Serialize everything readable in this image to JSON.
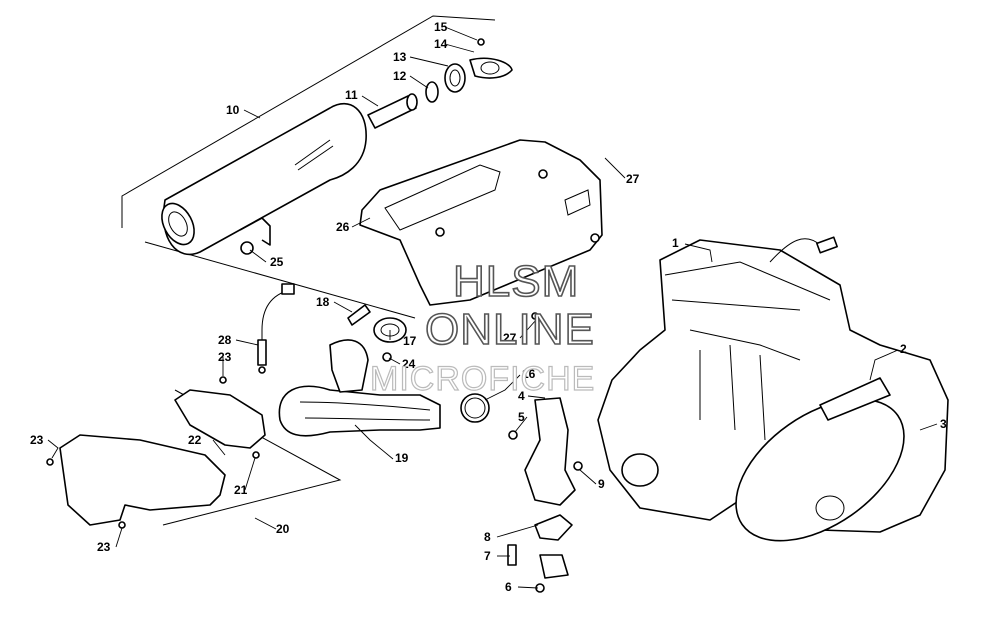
{
  "watermark": {
    "line1": "HLSM",
    "line2": "ONLINE",
    "line3": "MICROFICHE"
  },
  "callouts": [
    {
      "id": "c1",
      "label": "1"
    },
    {
      "id": "c2",
      "label": "2"
    },
    {
      "id": "c3",
      "label": "3"
    },
    {
      "id": "c4",
      "label": "4"
    },
    {
      "id": "c5",
      "label": "5"
    },
    {
      "id": "c6",
      "label": "6"
    },
    {
      "id": "c7",
      "label": "7"
    },
    {
      "id": "c8",
      "label": "8"
    },
    {
      "id": "c9",
      "label": "9"
    },
    {
      "id": "c10",
      "label": "10"
    },
    {
      "id": "c11",
      "label": "11"
    },
    {
      "id": "c12",
      "label": "12"
    },
    {
      "id": "c13",
      "label": "13"
    },
    {
      "id": "c14",
      "label": "14"
    },
    {
      "id": "c15",
      "label": "15"
    },
    {
      "id": "c16",
      "label": "16"
    },
    {
      "id": "c17",
      "label": "17"
    },
    {
      "id": "c18",
      "label": "18"
    },
    {
      "id": "c19",
      "label": "19"
    },
    {
      "id": "c20",
      "label": "20"
    },
    {
      "id": "c21",
      "label": "21"
    },
    {
      "id": "c22",
      "label": "22"
    },
    {
      "id": "c23a",
      "label": "23"
    },
    {
      "id": "c23b",
      "label": "23"
    },
    {
      "id": "c23c",
      "label": "23"
    },
    {
      "id": "c24",
      "label": "24"
    },
    {
      "id": "c25",
      "label": "25"
    },
    {
      "id": "c26",
      "label": "26"
    },
    {
      "id": "c27a",
      "label": "27"
    },
    {
      "id": "c27b",
      "label": "27"
    },
    {
      "id": "c28",
      "label": "28"
    }
  ]
}
